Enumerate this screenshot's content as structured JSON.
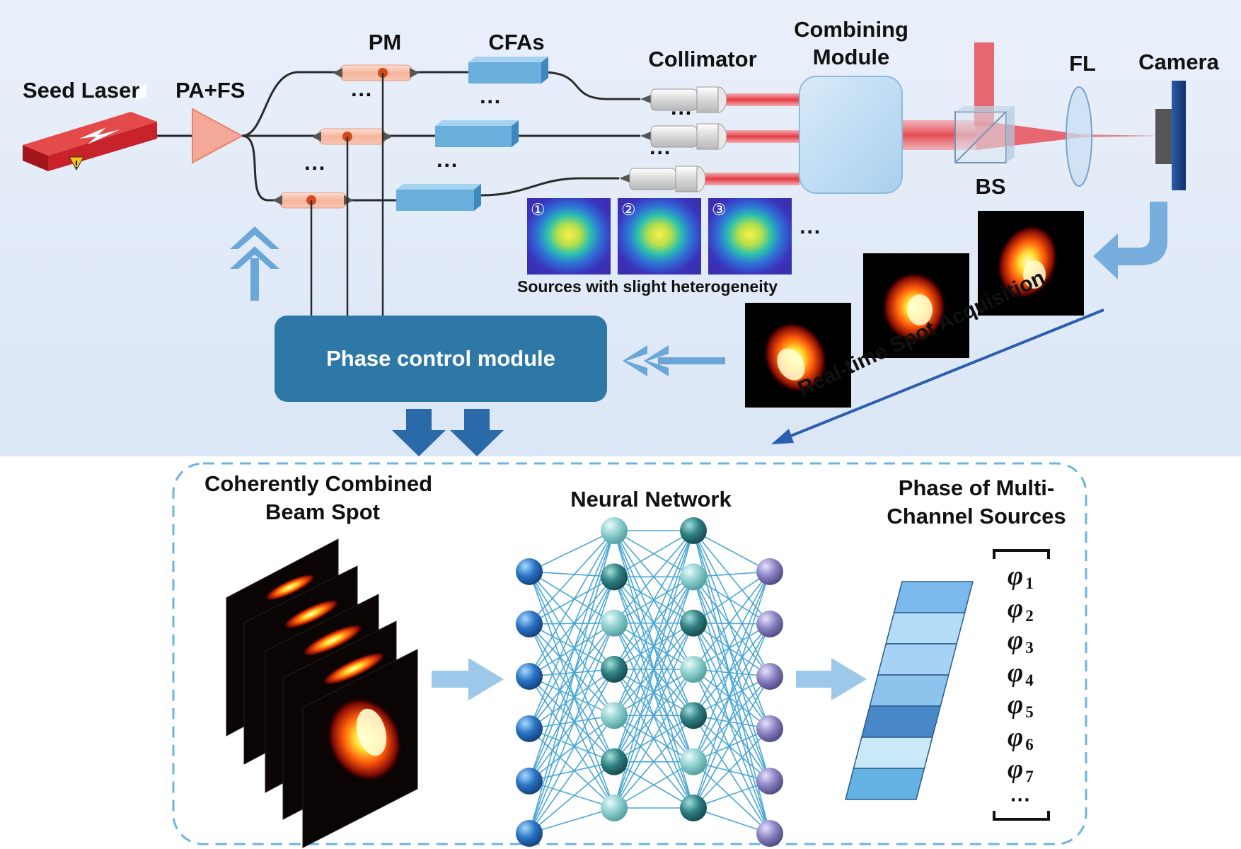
{
  "labels": {
    "seed_laser": "Seed Laser",
    "pa_fs": "PA+FS",
    "pm": "PM",
    "cfas": "CFAs",
    "collimator": "Collimator",
    "combining_module_line1": "Combining",
    "combining_module_line2": "Module",
    "fl": "FL",
    "camera": "Camera",
    "bs": "BS",
    "sources_caption": "Sources with slight heterogeneity",
    "phase_control_module": "Phase control module",
    "realtime_acquisition": "Real-time Spot Acquisition",
    "ccbs_line1": "Coherently Combined",
    "ccbs_line2": "Beam Spot",
    "neural_network": "Neural Network",
    "phase_line1": "Phase of Multi-",
    "phase_line2": "Channel Sources",
    "ellipsis": "···"
  },
  "source_badges": [
    "①",
    "②",
    "③"
  ],
  "phases": [
    {
      "symbol": "φ",
      "index": "1"
    },
    {
      "symbol": "φ",
      "index": "2"
    },
    {
      "symbol": "φ",
      "index": "3"
    },
    {
      "symbol": "φ",
      "index": "4"
    },
    {
      "symbol": "φ",
      "index": "5"
    },
    {
      "symbol": "φ",
      "index": "6"
    },
    {
      "symbol": "φ",
      "index": "7"
    }
  ],
  "phase_vector_colors": [
    "#7cb9ec",
    "#b3dcf6",
    "#a6d2f5",
    "#8cc4ee",
    "#4888c8",
    "#c9e8f8",
    "#64b1e4"
  ],
  "neural_network": {
    "layer_sizes": [
      6,
      7,
      7,
      6
    ],
    "layer_colors": [
      "#2a74c4",
      "#2f7f82",
      "#2f7f82",
      "#8a84c2"
    ]
  },
  "colors": {
    "laser_red": "#c8222a",
    "amplifier": "#f4a898",
    "fiber_block": "#6aaedb",
    "module_blue": "#2e78a8",
    "beam_red": "#e53940",
    "arrow_blue": "#6ba6d8",
    "dark_arrow": "#2a6aa8",
    "dash_border": "#6fb3de"
  }
}
